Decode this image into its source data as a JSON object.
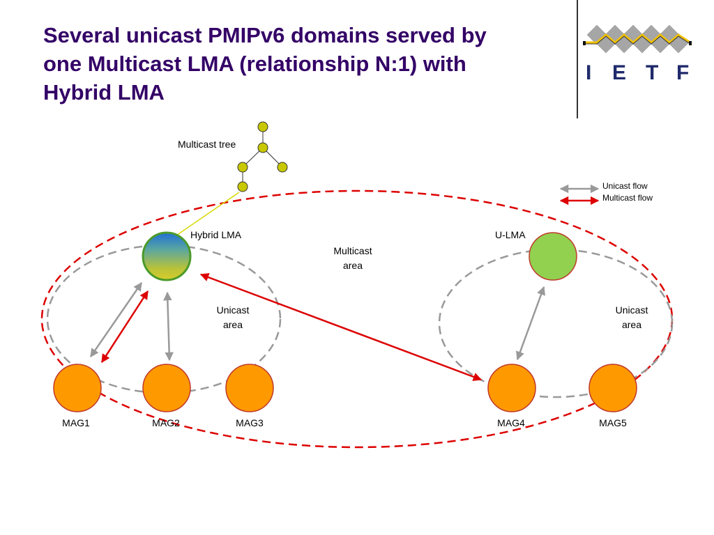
{
  "title": {
    "line1": "Several unicast PMIPv6 domains served by",
    "line2": "one Multicast LMA (relationship N:1) with",
    "line3": "Hybrid LMA"
  },
  "logo": {
    "letters": [
      "I",
      "E",
      "T",
      "F"
    ],
    "colors": {
      "diamond": "#a6a6a6",
      "zigzag": "#f2c200",
      "text": "#1f2a6b"
    }
  },
  "legend": {
    "unicast_flow": "Unicast flow",
    "multicast_flow": "Multicast flow"
  },
  "labels": {
    "multicast_tree": "Multicast tree",
    "hybrid_lma": "Hybrid LMA",
    "u_lma": "U-LMA",
    "multicast_area_1": "Multicast",
    "multicast_area_2": "area",
    "unicast_area_left_1": "Unicast",
    "unicast_area_left_2": "area",
    "unicast_area_right_1": "Unicast",
    "unicast_area_right_2": "area"
  },
  "nodes": {
    "mag1": "MAG1",
    "mag2": "MAG2",
    "mag3": "MAG3",
    "mag4": "MAG4",
    "mag5": "MAG5"
  },
  "colors": {
    "unicast": "#999999",
    "multicast": "#dd0000",
    "mag_fill": "#ff9900",
    "mag_stroke": "#c0392b",
    "ulma_fill": "#92d050",
    "tree_node": "#c8c800",
    "title": "#330066"
  }
}
